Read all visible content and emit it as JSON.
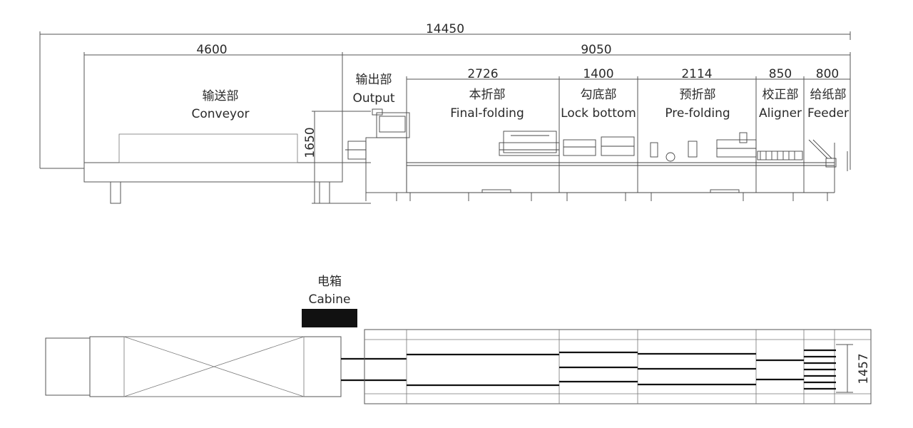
{
  "dimensions": {
    "total": "14450",
    "conveyor": "4600",
    "machine": "9050",
    "final_folding": "2726",
    "lock_bottom": "1400",
    "pre_folding": "2114",
    "aligner": "850",
    "feeder": "800",
    "height": "1650",
    "width": "1457"
  },
  "sections": {
    "conveyor": {
      "cn": "输送部",
      "en": "Conveyor"
    },
    "output": {
      "cn": "输出部",
      "en": "Output"
    },
    "final_folding": {
      "cn": "本折部",
      "en": "Final-folding"
    },
    "lock_bottom": {
      "cn": "勾底部",
      "en": "Lock bottom"
    },
    "pre_folding": {
      "cn": "预折部",
      "en": "Pre-folding"
    },
    "aligner": {
      "cn": "校正部",
      "en": "Aligner"
    },
    "feeder": {
      "cn": "给纸部",
      "en": "Feeder"
    }
  },
  "cabinet": {
    "cn": "电箱",
    "en": "Cabine"
  }
}
